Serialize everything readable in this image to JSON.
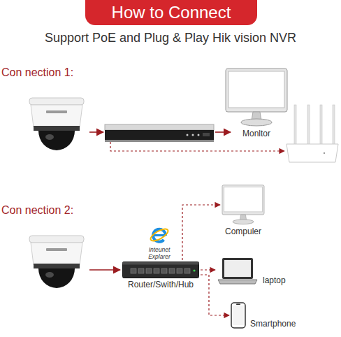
{
  "diagram": {
    "title": "How to Connect",
    "nodes": [
      {
        "text": [
          "Monltor"
        ]
      },
      {
        "text": [
          "Compuler"
        ]
      },
      {
        "text": [
          "Inteunet Explarer"
        ]
      },
      {
        "text": [
          "Router/Swith/Hub"
        ]
      },
      {
        "text": [
          "laptop"
        ]
      },
      {
        "text": [
          "Smartphone"
        ]
      }
    ],
    "edges": [
      {
        "from": 3,
        "to": 1,
        "arrow": "to"
      },
      {
        "from": 3,
        "to": 4,
        "arrow": "to"
      },
      {
        "from": 3,
        "to": 5,
        "arrow": "to"
      }
    ],
    "labels": [
      "Support PoE and Plug & Play Hik vision NVR",
      "Con nection 1:",
      "Con nection 2:"
    ]
  }
}
